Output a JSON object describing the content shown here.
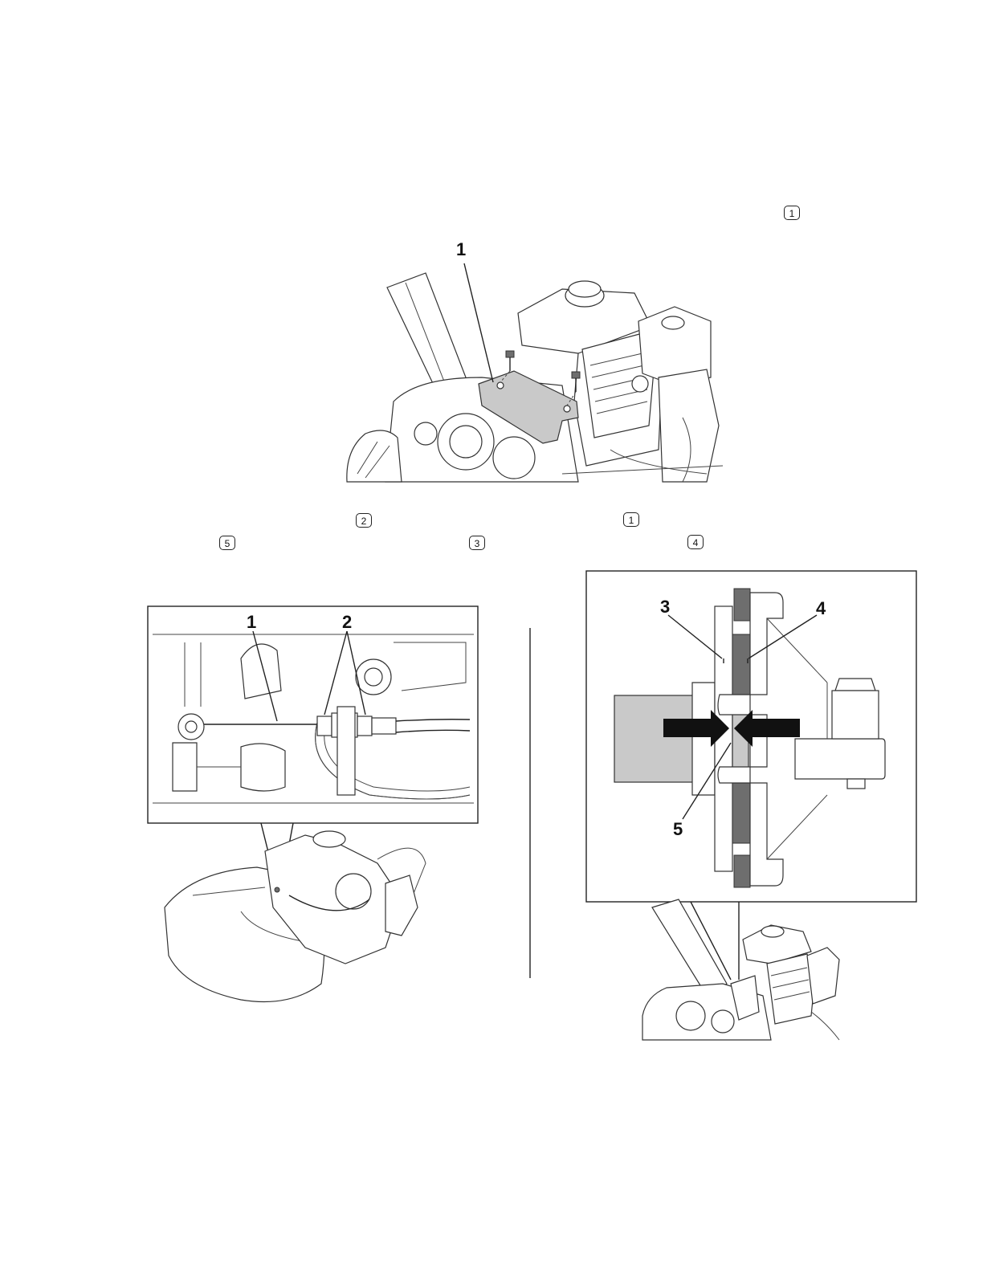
{
  "references": {
    "top_ref": "1",
    "row1_ref_a": "2",
    "row1_ref_b": "1",
    "row2_ref_a": "5",
    "row2_ref_b": "3",
    "row2_ref_c": "4"
  },
  "figure_top": {
    "callouts": [
      {
        "num": "1"
      }
    ]
  },
  "figure_cable": {
    "callouts": [
      {
        "num": "1"
      },
      {
        "num": "2"
      }
    ]
  },
  "figure_clutch": {
    "callouts": [
      {
        "num": "3"
      },
      {
        "num": "4"
      },
      {
        "num": "5"
      }
    ]
  },
  "colors": {
    "line": "#222222",
    "shade": "#c9c9c9",
    "dark_shade": "#6e6e6e"
  }
}
